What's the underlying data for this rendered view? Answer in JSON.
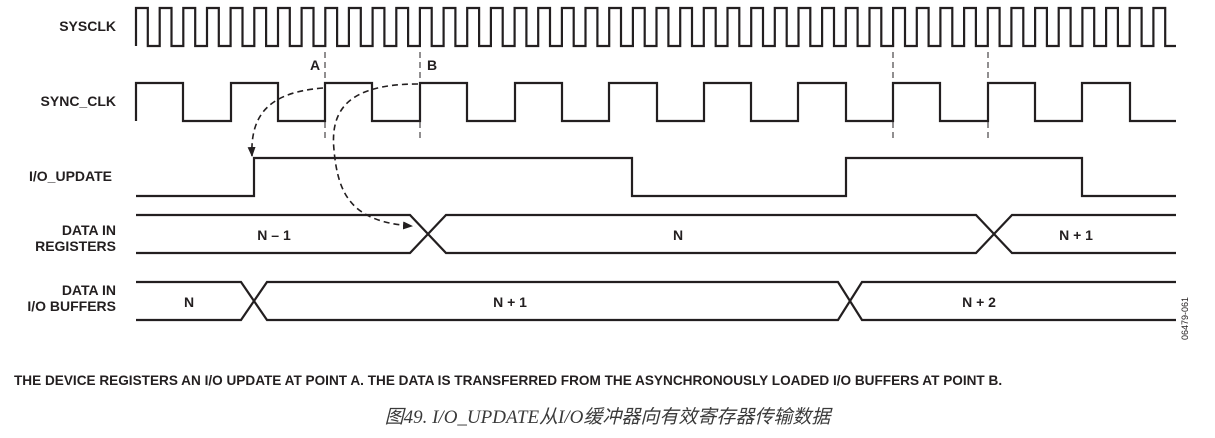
{
  "signals": {
    "sysclk": "SYSCLK",
    "sync_clk": "SYNC_CLK",
    "io_update": "I/O_UPDATE",
    "data_in_registers": [
      "DATA IN",
      "REGISTERS"
    ],
    "data_in_io_buffers": [
      "DATA IN",
      "I/O BUFFERS"
    ]
  },
  "points": {
    "a": "A",
    "b": "B"
  },
  "register_values": [
    "N – 1",
    "N",
    "N + 1"
  ],
  "buffer_values": [
    "N",
    "N + 1",
    "N + 2"
  ],
  "note": "THE DEVICE REGISTERS AN I/O UPDATE AT POINT A. THE DATA IS TRANSFERRED FROM THE ASYNCHRONOUSLY LOADED I/O BUFFERS AT POINT B.",
  "figure_id": "06479-061",
  "caption": "图49. I/O_UPDATE从I/O缓冲器向有效寄存器传输数据"
}
